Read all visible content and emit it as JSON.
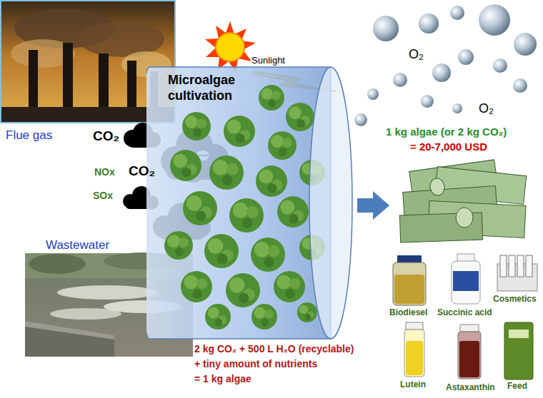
{
  "diagram": {
    "nodes": [
      {
        "text": [
          "Microalgae cultivation"
        ]
      }
    ],
    "labels": [
      "Flue gas",
      "CO₂",
      "NOx",
      "CO₂",
      "SOx",
      "Sunlight",
      "O₂",
      "O₂",
      "1 kg algae (or 2 kg CO₂)",
      "= 20-7,000 USD",
      "Wastewater",
      "2 kg CO₂ + 500 L H₂O (recyclable)",
      "+ tiny amount of nutrients",
      "= 1 kg algae",
      "Biodiesel",
      "Succinic acid",
      "Cosmetics",
      "Lutein",
      "Astaxanthin",
      "Feed"
    ]
  }
}
